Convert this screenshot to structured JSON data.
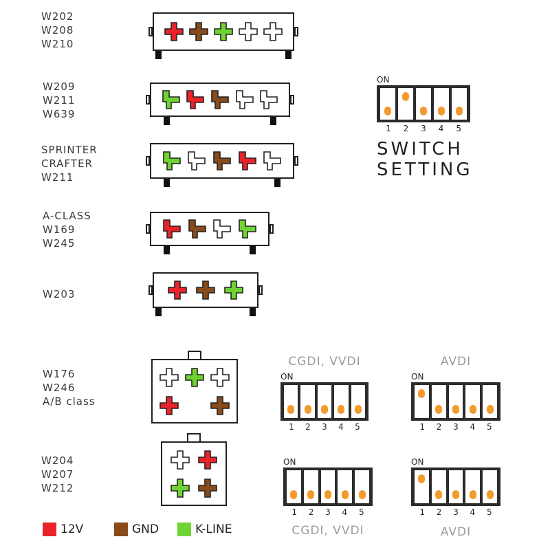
{
  "colors": {
    "red": "#e8242a",
    "brown": "#8a4b1a",
    "green": "#6fd431",
    "white": "#ffffff"
  },
  "connectors": [
    {
      "id": "c1",
      "labels": [
        "W202",
        "W208",
        "W210"
      ],
      "shape": "plus",
      "pins": [
        "red",
        "brown",
        "green",
        "white",
        "white"
      ]
    },
    {
      "id": "c2",
      "labels": [
        "W209",
        "W211",
        "W639"
      ],
      "shape": "tee",
      "pins": [
        "green",
        "red",
        "brown",
        "white",
        "white"
      ]
    },
    {
      "id": "c3",
      "labels": [
        "SPRINTER",
        "CRAFTER",
        "W211"
      ],
      "shape": "tee",
      "pins": [
        "green",
        "white",
        "brown",
        "red",
        "white"
      ]
    },
    {
      "id": "c4",
      "labels": [
        "A-CLASS",
        "W169",
        "W245"
      ],
      "shape": "tee",
      "pins": [
        "red",
        "brown",
        "white",
        "green"
      ]
    },
    {
      "id": "c5",
      "labels": [
        "W203"
      ],
      "shape": "plus",
      "pins": [
        "red",
        "brown",
        "green"
      ]
    },
    {
      "id": "c6",
      "labels": [
        "W176",
        "W246",
        "A/B class"
      ],
      "shape": "plus",
      "pins": [
        "white",
        "green",
        "white",
        "red",
        "empty",
        "brown"
      ]
    },
    {
      "id": "c7",
      "labels": [
        "W204",
        "W207",
        "W212"
      ],
      "shape": "plus",
      "pins": [
        "white",
        "red",
        "green",
        "brown"
      ]
    }
  ],
  "switches": {
    "main": {
      "on_label": "ON",
      "numbers": [
        "1",
        "2",
        "3",
        "4",
        "5"
      ],
      "positions": [
        "off",
        "on",
        "off",
        "off",
        "off"
      ],
      "title_line1": "SWITCH",
      "title_line2": "SETTING"
    },
    "cgdi_top": {
      "title": "CGDI, VVDI",
      "on_label": "ON",
      "numbers": [
        "1",
        "2",
        "3",
        "4",
        "5"
      ],
      "positions": [
        "off",
        "off",
        "off",
        "off",
        "off"
      ]
    },
    "avdi_top": {
      "title": "AVDI",
      "on_label": "ON",
      "numbers": [
        "1",
        "2",
        "3",
        "4",
        "5"
      ],
      "positions": [
        "on",
        "off",
        "off",
        "off",
        "off"
      ]
    },
    "cgdi_bottom": {
      "title": "CGDI, VVDI",
      "on_label": "ON",
      "numbers": [
        "1",
        "2",
        "3",
        "4",
        "5"
      ],
      "positions": [
        "off",
        "off",
        "off",
        "off",
        "off"
      ]
    },
    "avdi_bottom": {
      "title": "AVDI",
      "on_label": "ON",
      "numbers": [
        "1",
        "2",
        "3",
        "4",
        "5"
      ],
      "positions": [
        "on",
        "off",
        "off",
        "off",
        "off"
      ]
    }
  },
  "legend": [
    {
      "color": "red",
      "label": "12V"
    },
    {
      "color": "brown",
      "label": "GND"
    },
    {
      "color": "green",
      "label": "K-LINE"
    }
  ]
}
